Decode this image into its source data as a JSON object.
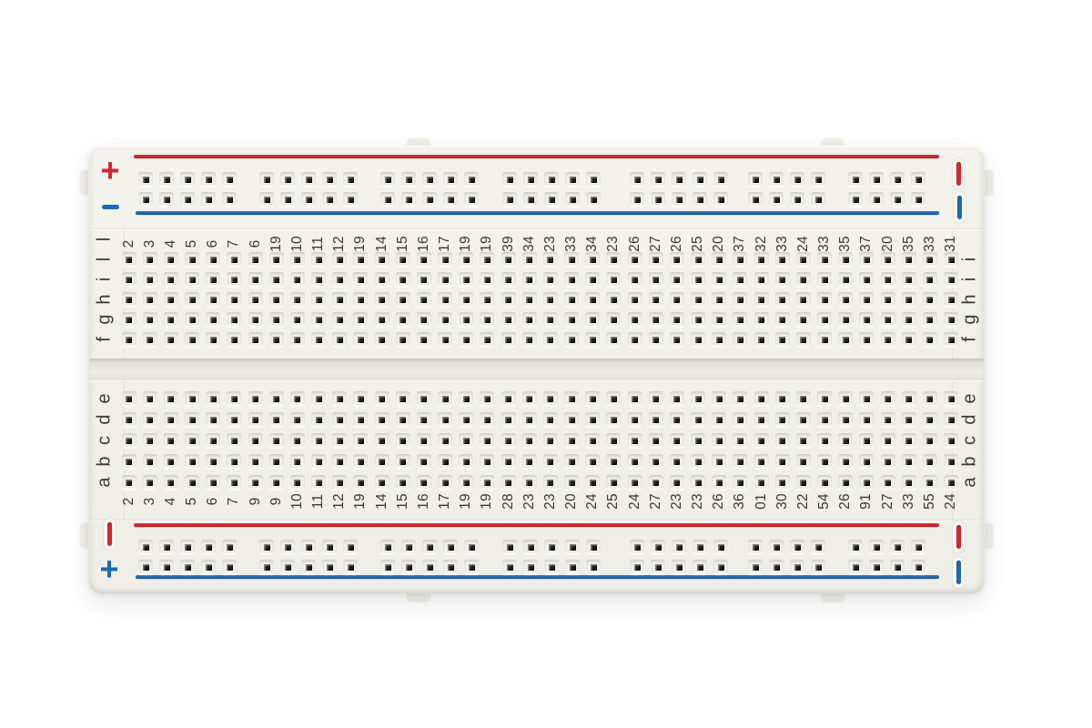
{
  "scene": {
    "description": "white solderless prototyping breadboard, top-down view on white background"
  },
  "colors": {
    "board_body": "#f2f1ea",
    "rail_line_red": "#c2252a",
    "rail_line_blue": "#1a6ab2",
    "marker_red": "#d6262c",
    "marker_blue": "#1a6ab2",
    "pin_contact": "#211f1a",
    "label_text": "#3a3933"
  },
  "power_rails": {
    "rows_per_rail": 2,
    "hole_group_counts": [
      5,
      5,
      5,
      5,
      5,
      4,
      4
    ],
    "top": {
      "left_markers": [
        {
          "name": "plus",
          "glyph": "+",
          "color": "red"
        },
        {
          "name": "minus",
          "glyph": "−",
          "color": "blue"
        }
      ],
      "right_markers": [
        {
          "name": "dash",
          "glyph": "|",
          "color": "red"
        },
        {
          "name": "dash",
          "glyph": "|",
          "color": "blue"
        }
      ]
    },
    "bottom": {
      "left_markers": [
        {
          "name": "dash",
          "glyph": "|",
          "color": "red"
        },
        {
          "name": "plus",
          "glyph": "+",
          "color": "blue"
        }
      ],
      "right_markers": [
        {
          "name": "dash",
          "glyph": "|",
          "color": "red"
        },
        {
          "name": "dash",
          "glyph": "|",
          "color": "blue"
        }
      ]
    }
  },
  "terminal_grid": {
    "columns": 40,
    "rows_per_bank": 5,
    "column_labels_top": [
      "2",
      "3",
      "4",
      "5",
      "6",
      "7",
      "6",
      "19",
      "10",
      "11",
      "12",
      "19",
      "14",
      "15",
      "16",
      "17",
      "19",
      "19",
      "39",
      "34",
      "23",
      "33",
      "34",
      "23",
      "26",
      "27",
      "26",
      "25",
      "20",
      "37",
      "32",
      "33",
      "24",
      "33",
      "35",
      "37",
      "20",
      "35",
      "33",
      "31"
    ],
    "column_labels_bottom": [
      "2",
      "3",
      "4",
      "5",
      "6",
      "7",
      "9",
      "9",
      "10",
      "11",
      "12",
      "19",
      "14",
      "15",
      "16",
      "17",
      "19",
      "19",
      "28",
      "23",
      "23",
      "20",
      "24",
      "25",
      "24",
      "27",
      "23",
      "23",
      "26",
      "36",
      "01",
      "30",
      "22",
      "54",
      "26",
      "91",
      "27",
      "33",
      "55",
      "24"
    ],
    "row_labels": {
      "upper_left": [
        "f",
        "g",
        "h",
        "i",
        "l",
        "l"
      ],
      "upper_right": [
        "f",
        "g",
        "h",
        "i",
        "i"
      ],
      "lower_left": [
        "a",
        "b",
        "c",
        "d",
        "e"
      ],
      "lower_right": [
        "a",
        "b",
        "c",
        "d",
        "e"
      ]
    }
  }
}
